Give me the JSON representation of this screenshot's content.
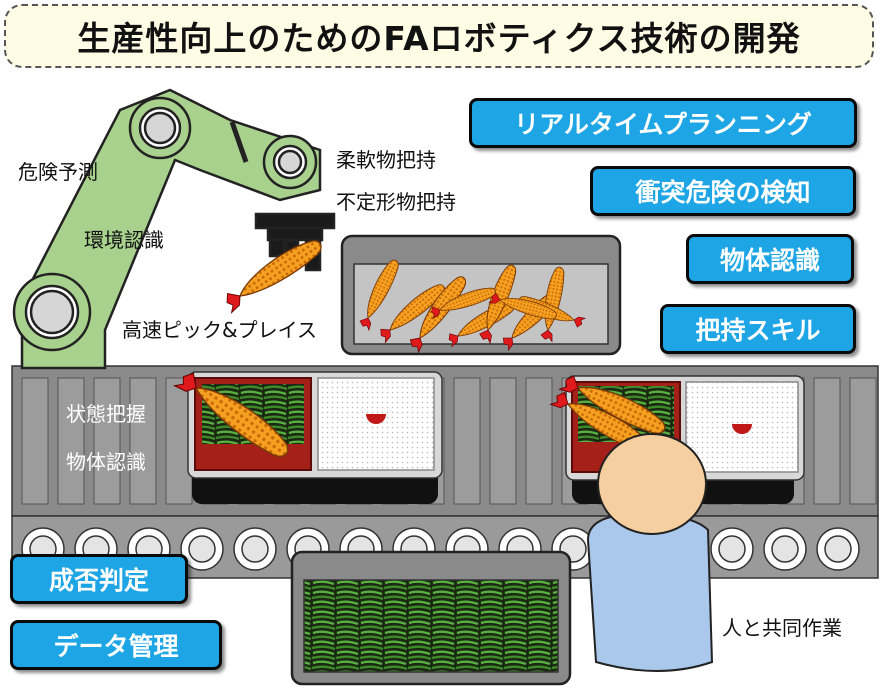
{
  "title": "生産性向上のためのFAロボティクス技術の開発",
  "features": {
    "realtime_planning": "リアルタイムプランニング",
    "collision_risk_detection": "衝突危険の検知",
    "object_recognition": "物体認識",
    "grasping_skill": "把持スキル",
    "pass_fail_judgment": "成否判定",
    "data_management": "データ管理"
  },
  "labels": {
    "danger_prediction": "危険予測",
    "environment_recognition": "環境認識",
    "soft_object_grasping": "柔軟物把持",
    "amorphous_object_grasping": "不定形物把持",
    "high_speed_pick_place": "高速ピック&プレイス",
    "state_grasp": "状態把握",
    "object_recognition_conveyor": "物体認識",
    "human_collaboration": "人と共同作業"
  },
  "colors": {
    "robot_arm": "#a9d18e",
    "button_blue": "#1ea5e6",
    "title_bg": "#fefce4",
    "tray_red": "#a52018",
    "shrimp_orange": "#f5a020",
    "vegetable_green": "#3f8a2a",
    "worker_shirt": "#aac7ec",
    "worker_head": "#f6cfa0"
  }
}
